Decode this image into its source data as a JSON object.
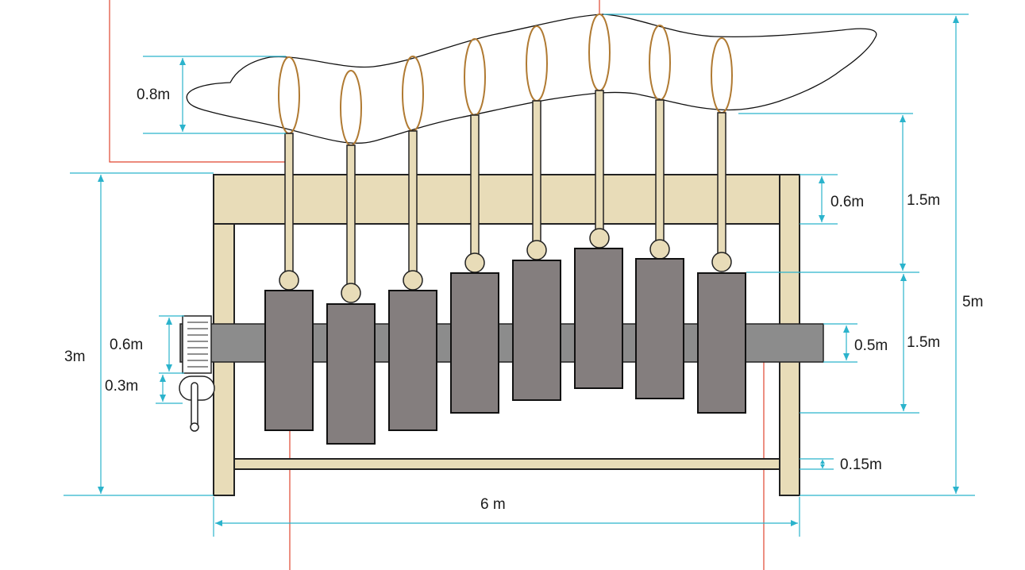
{
  "labels": {
    "head_height": "0.8m",
    "total_height": "3m",
    "top_beam": "0.6m",
    "gear_height": "0.6m",
    "handle_offset": "0.3m",
    "shaft_height": "0.5m",
    "rod_upper": "1.5m",
    "rod_lower": "1.5m",
    "overall_height": "5m",
    "bottom_bar": "0.15m",
    "width": "6 m"
  },
  "colors": {
    "dimension": "#2bb3cc",
    "reference": "#e0452f",
    "wood": "#e8dcb8",
    "cam": "#847e7e",
    "shaft": "#8c8c8c",
    "ring": "#b07a32"
  }
}
